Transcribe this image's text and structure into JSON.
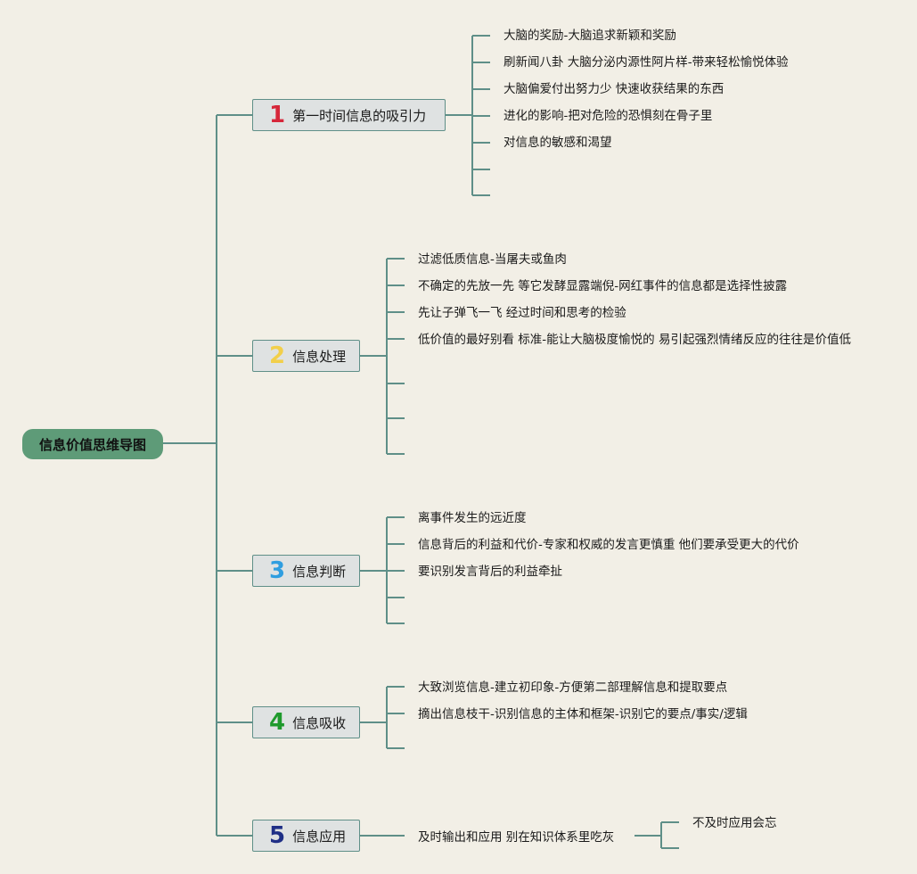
{
  "root": {
    "label": "信息价值思维导图"
  },
  "branches": [
    {
      "number": "1",
      "label": "第一时间信息的吸引力",
      "color": "#d6273a",
      "items": [
        "大脑的奖励-大脑追求新颖和奖励",
        "刷新闻八卦 大脑分泌内源性阿片样-带来轻松愉悦体验",
        "大脑偏爱付出努力少 快速收获结果的东西",
        "进化的影响-把对危险的恐惧刻在骨子里",
        "对信息的敏感和渴望"
      ]
    },
    {
      "number": "2",
      "label": "信息处理",
      "color": "#f2cf4a",
      "items": [
        "过滤低质信息-当屠夫或鱼肉",
        "不确定的先放一先 等它发酵显露端倪-网红事件的信息都是选择性披露",
        "先让子弹飞一飞 经过时间和思考的检验",
        "低价值的最好别看 标准-能让大脑极度愉悦的 易引起强烈情绪反应的往往是价值低"
      ]
    },
    {
      "number": "3",
      "label": "信息判断",
      "color": "#2f9ee0",
      "items": [
        "离事件发生的远近度",
        "信息背后的利益和代价-专家和权威的发言更慎重 他们要承受更大的代价",
        "要识别发言背后的利益牵扯"
      ]
    },
    {
      "number": "4",
      "label": "信息吸收",
      "color": "#1f9a2c",
      "items": [
        "大致浏览信息-建立初印象-方便第二部理解信息和提取要点",
        "摘出信息枝干-识别信息的主体和框架-识别它的要点/事实/逻辑"
      ]
    },
    {
      "number": "5",
      "label": "信息应用",
      "color": "#1f2f86",
      "items": [
        "及时输出和应用 别在知识体系里吃灰"
      ],
      "sub": [
        "不及时应用会忘"
      ]
    }
  ],
  "colors": {
    "line": "#5f8f88",
    "root_bg": "#5e9b78",
    "branch_bg": "#dfe2e2",
    "background": "#f2efe6"
  }
}
